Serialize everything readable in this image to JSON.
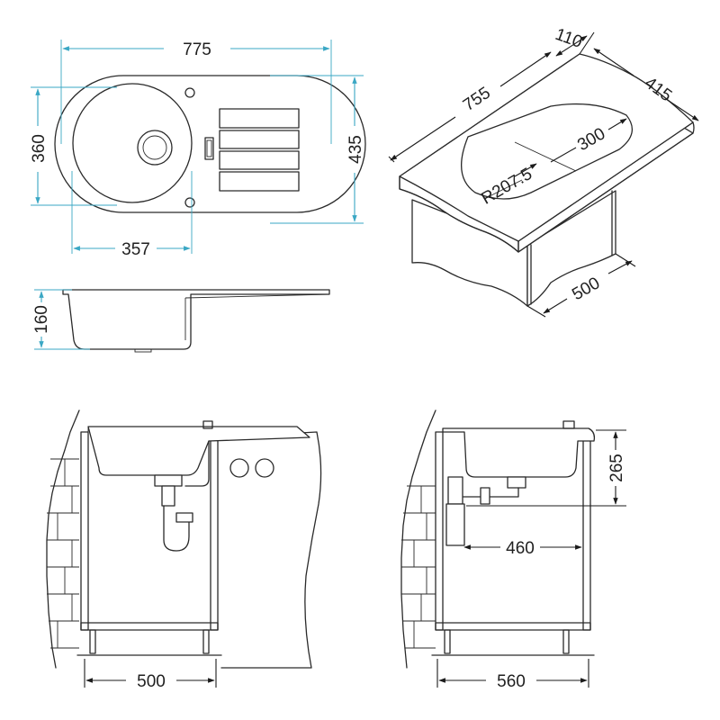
{
  "colors": {
    "dimension_cyan": "#3aa7c4",
    "dimension_black": "#1b1b1b",
    "outline": "#2a2a2a",
    "background": "#ffffff"
  },
  "top_view": {
    "overall_length": "775",
    "overall_depth": "435",
    "bowl_depth": "360",
    "bowl_width": "357"
  },
  "side_view": {
    "bowl_height": "160"
  },
  "isometric_view": {
    "length": "755",
    "wing_offset": "110",
    "width": "415",
    "bowl_length": "300",
    "bowl_radius": "R207.5",
    "cabinet_depth": "500"
  },
  "cabinet_front_view": {
    "cabinet_width": "500"
  },
  "cabinet_side_view": {
    "cabinet_depth": "560",
    "drain_height": "265",
    "drain_offset": "460"
  }
}
